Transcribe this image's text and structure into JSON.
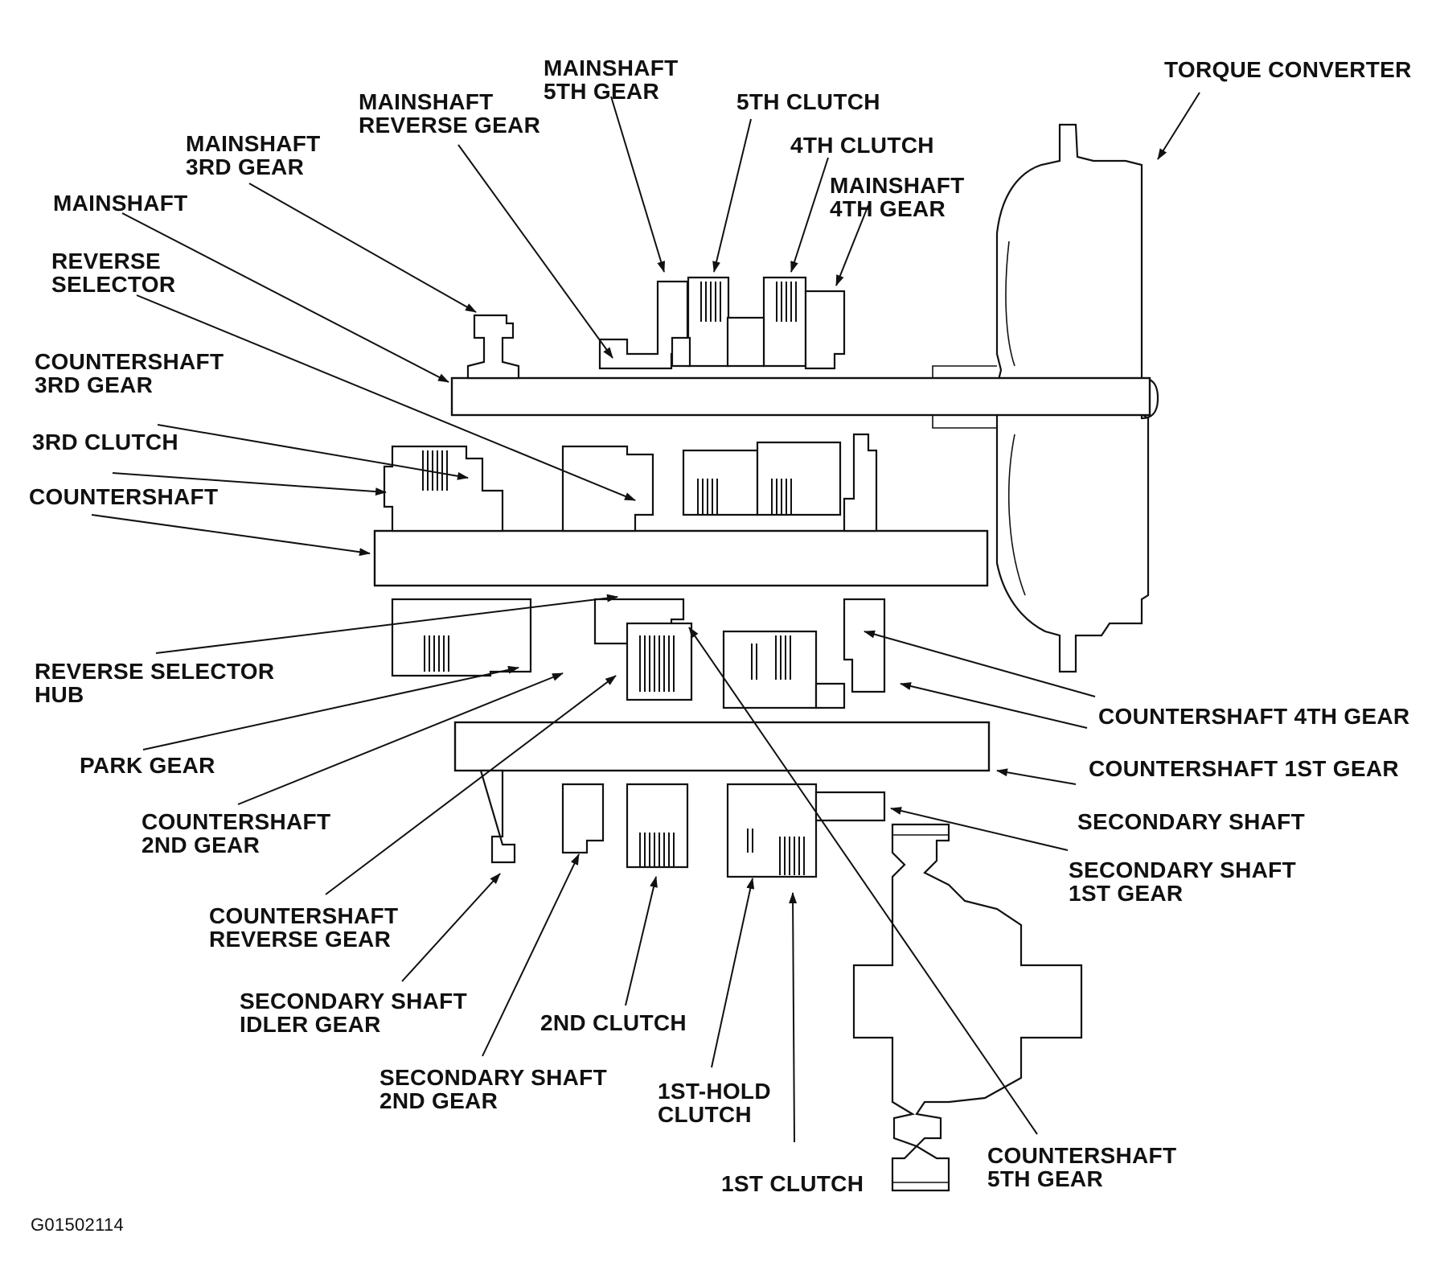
{
  "labels": {
    "torque_converter": "TORQUE CONVERTER",
    "mainshaft_5th_gear": "MAINSHAFT\n5TH GEAR",
    "fifth_clutch": "5TH CLUTCH",
    "fourth_clutch": "4TH CLUTCH",
    "mainshaft_4th_gear": "MAINSHAFT\n4TH GEAR",
    "mainshaft_reverse_gear": "MAINSHAFT\nREVERSE GEAR",
    "mainshaft_3rd_gear": "MAINSHAFT\n3RD GEAR",
    "mainshaft": "MAINSHAFT",
    "reverse_selector": "REVERSE\nSELECTOR",
    "countershaft_3rd_gear": "COUNTERSHAFT\n3RD GEAR",
    "third_clutch": "3RD CLUTCH",
    "countershaft": "COUNTERSHAFT",
    "reverse_selector_hub": "REVERSE SELECTOR\nHUB",
    "park_gear": "PARK GEAR",
    "countershaft_2nd_gear": "COUNTERSHAFT\n2ND GEAR",
    "countershaft_reverse_gear": "COUNTERSHAFT\nREVERSE GEAR",
    "secondary_shaft_idler_gear": "SECONDARY SHAFT\nIDLER GEAR",
    "second_clutch": "2ND CLUTCH",
    "secondary_shaft_2nd_gear": "SECONDARY SHAFT\n2ND GEAR",
    "first_hold_clutch": "1ST-HOLD\nCLUTCH",
    "first_clutch": "1ST CLUTCH",
    "countershaft_5th_gear": "COUNTERSHAFT\n5TH GEAR",
    "countershaft_4th_gear": "COUNTERSHAFT 4TH GEAR",
    "countershaft_1st_gear": "COUNTERSHAFT 1ST GEAR",
    "secondary_shaft": "SECONDARY SHAFT",
    "secondary_shaft_1st_gear": "SECONDARY SHAFT\n1ST GEAR"
  },
  "figure_id": "G01502114"
}
